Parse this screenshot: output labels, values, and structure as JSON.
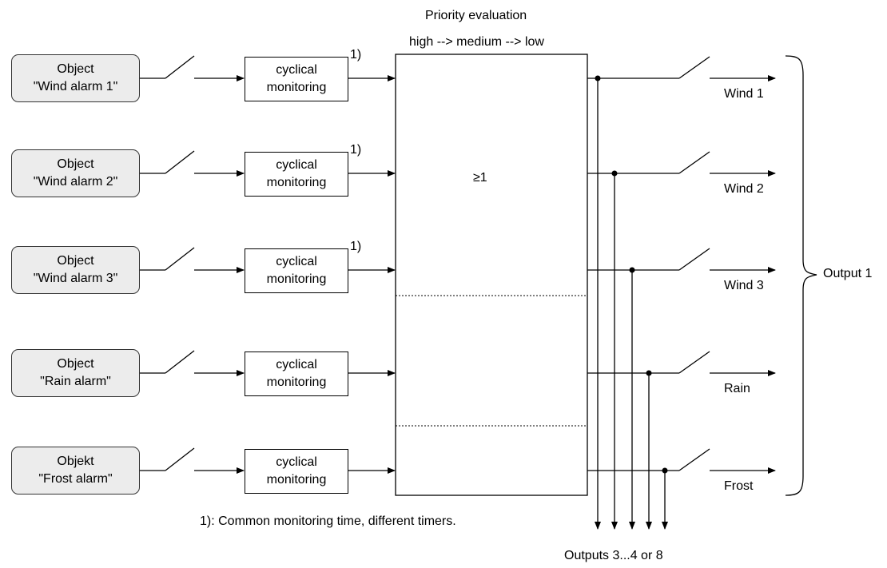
{
  "priority_evaluation": {
    "title": "Priority evaluation",
    "order": "high --> medium --> low",
    "gate_label": "≥1"
  },
  "inputs": [
    {
      "object_line1": "Object",
      "object_line2": "\"Wind alarm 1\"",
      "monitor_line1": "cyclical",
      "monitor_line2": "monitoring",
      "note": "1)"
    },
    {
      "object_line1": "Object",
      "object_line2": "\"Wind alarm 2\"",
      "monitor_line1": "cyclical",
      "monitor_line2": "monitoring",
      "note": "1)"
    },
    {
      "object_line1": "Object",
      "object_line2": "\"Wind alarm 3\"",
      "monitor_line1": "cyclical",
      "monitor_line2": "monitoring",
      "note": "1)"
    },
    {
      "object_line1": "Object",
      "object_line2": "\"Rain alarm\"",
      "monitor_line1": "cyclical",
      "monitor_line2": "monitoring",
      "note": ""
    },
    {
      "object_line1": "Objekt",
      "object_line2": "\"Frost alarm\"",
      "monitor_line1": "cyclical",
      "monitor_line2": "monitoring",
      "note": ""
    }
  ],
  "outputs": [
    "Wind 1",
    "Wind 2",
    "Wind 3",
    "Rain",
    "Frost"
  ],
  "output_group_label": "Output 1",
  "bottom_outputs_label": "Outputs 3...4 or 8",
  "footnote": "1): Common monitoring time, different timers."
}
